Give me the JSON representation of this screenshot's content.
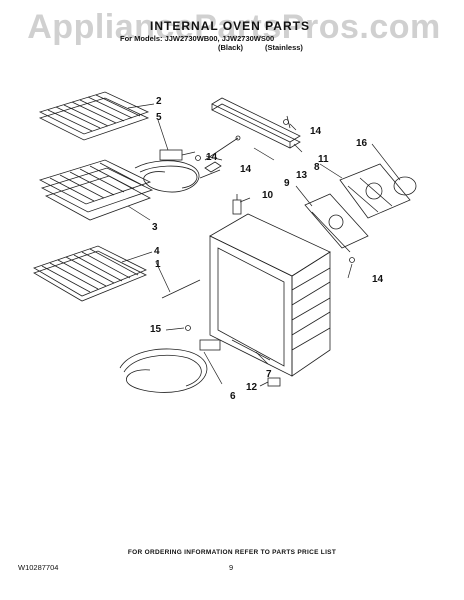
{
  "watermark": "AppliancePartsPros.com",
  "header": {
    "title": "INTERNAL OVEN PARTS",
    "models": "For Models: JJW2730WB00, JJW2730WS00",
    "finish_black": "(Black)",
    "finish_stainless": "(Stainless)"
  },
  "callouts": {
    "c1": "1",
    "c2": "2",
    "c3": "3",
    "c4": "4",
    "c5": "5",
    "c6": "6",
    "c7": "7",
    "c8": "8",
    "c9": "9",
    "c10": "10",
    "c11": "11",
    "c12": "12",
    "c13": "13",
    "c14a": "14",
    "c14b": "14",
    "c14c": "14",
    "c14d": "14",
    "c15": "15",
    "c16": "16"
  },
  "footer": {
    "ordering": "FOR ORDERING INFORMATION REFER TO PARTS PRICE LIST",
    "doc_number": "W10287704",
    "page": "9"
  }
}
